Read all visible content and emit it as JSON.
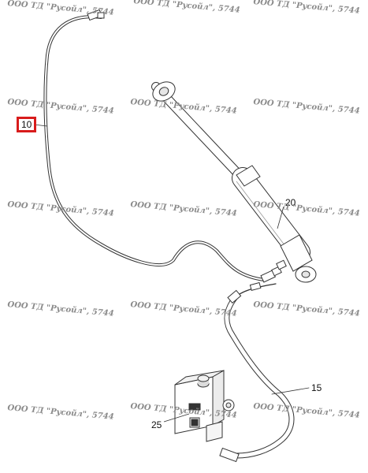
{
  "watermark": {
    "text": "ООО ТД \"Русойл\", 5744"
  },
  "callouts": {
    "hose_left": "10",
    "cylinder": "20",
    "hose_right": "15",
    "pump_unit": "25"
  },
  "highlight_color": "#d81c1c"
}
